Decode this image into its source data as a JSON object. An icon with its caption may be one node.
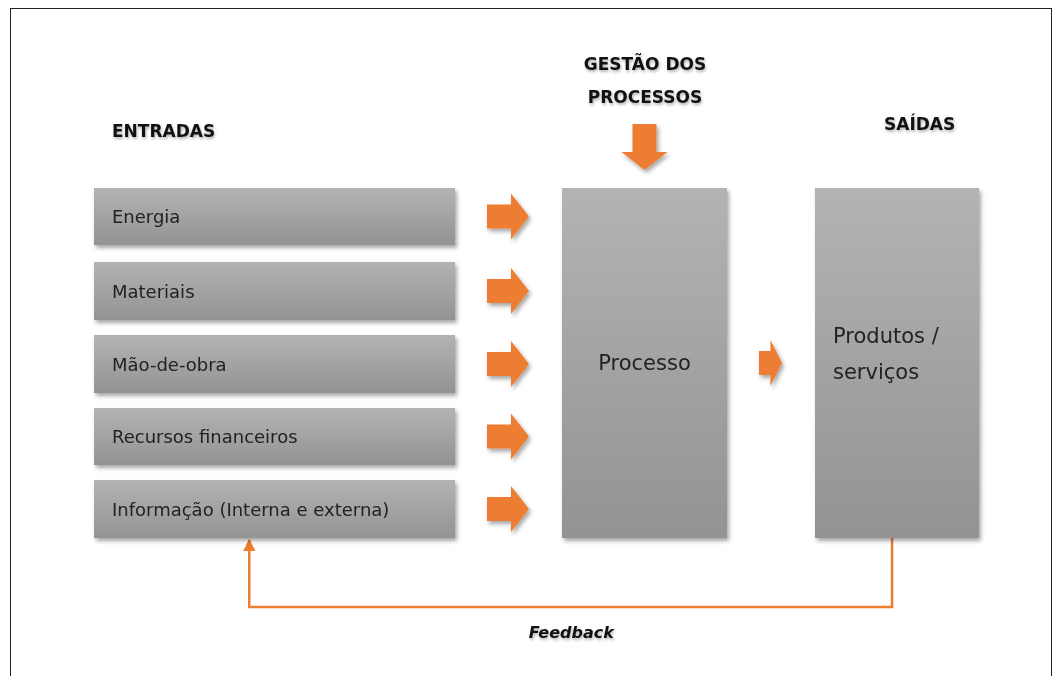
{
  "diagram": {
    "nodes": [
      {
        "text": [
          "GESTÃO DOS PROCESSOS"
        ]
      },
      {
        "text": [
          "Energia"
        ]
      },
      {
        "text": [
          "Materiais"
        ]
      },
      {
        "text": [
          "Mão-de-obra"
        ]
      },
      {
        "text": [
          "Recursos financeiros"
        ]
      },
      {
        "text": [
          "Informação (Interna e externa)"
        ]
      },
      {
        "text": [
          "Processo"
        ]
      },
      {
        "text": [
          "Produtos / serviços"
        ]
      }
    ],
    "edges": [
      {
        "from": 0,
        "to": 6,
        "arrow": "to",
        "style": "thick"
      },
      {
        "from": 1,
        "to": 6,
        "arrow": "to",
        "style": "thick"
      },
      {
        "from": 2,
        "to": 6,
        "arrow": "to",
        "style": "thick"
      },
      {
        "from": 3,
        "to": 6,
        "arrow": "to",
        "style": "thick"
      },
      {
        "from": 4,
        "to": 6,
        "arrow": "to",
        "style": "thick"
      },
      {
        "from": 5,
        "to": 6,
        "arrow": "to",
        "style": "thick"
      },
      {
        "from": 6,
        "to": 7,
        "arrow": "to",
        "style": "thick"
      },
      {
        "from": 7,
        "to": 5,
        "arrow": "to",
        "label": "Feedback"
      }
    ],
    "labels": [
      "ENTRADAS",
      "SAÍDAS"
    ]
  }
}
